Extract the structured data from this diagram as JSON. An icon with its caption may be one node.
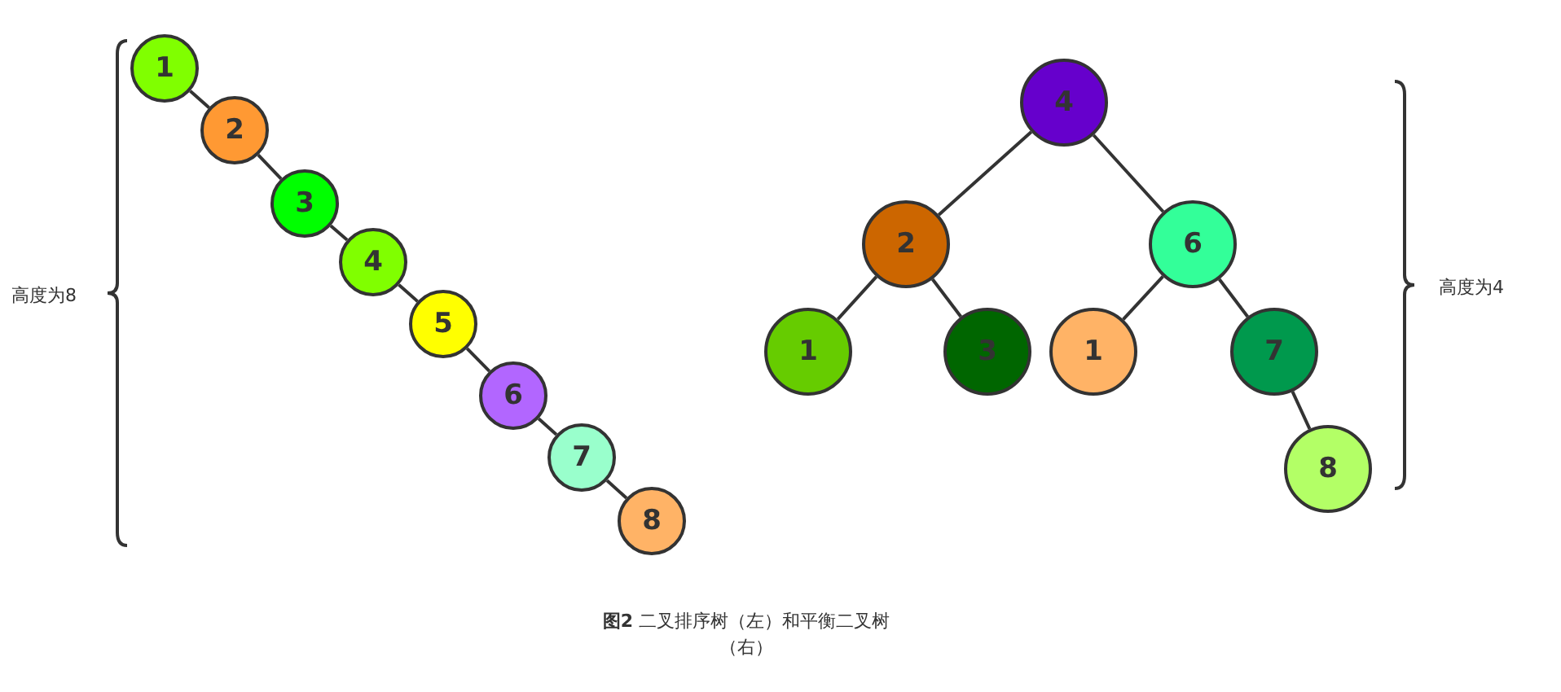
{
  "diagram": {
    "caption": "**图2** 二叉排序树（左）和平衡二叉树（右）",
    "nodes": [
      {
        "text": [
          "1"
        ]
      },
      {
        "text": [
          "2"
        ]
      },
      {
        "text": [
          "3"
        ]
      },
      {
        "text": [
          "4"
        ]
      },
      {
        "text": [
          "5"
        ]
      },
      {
        "text": [
          "6"
        ]
      },
      {
        "text": [
          "7"
        ]
      },
      {
        "text": [
          "8"
        ]
      },
      {
        "text": [
          "4"
        ]
      },
      {
        "text": [
          "2"
        ]
      },
      {
        "text": [
          "6"
        ]
      },
      {
        "text": [
          "1"
        ]
      },
      {
        "text": [
          "3"
        ]
      },
      {
        "text": [
          "1"
        ]
      },
      {
        "text": [
          "7"
        ]
      },
      {
        "text": [
          "8"
        ]
      }
    ],
    "edges": [
      {
        "from": 0,
        "to": 1,
        "arrow": "none"
      },
      {
        "from": 1,
        "to": 2,
        "arrow": "none"
      },
      {
        "from": 2,
        "to": 3,
        "arrow": "none"
      },
      {
        "from": 3,
        "to": 4,
        "arrow": "none"
      },
      {
        "from": 4,
        "to": 5,
        "arrow": "none"
      },
      {
        "from": 5,
        "to": 6,
        "arrow": "none"
      },
      {
        "from": 6,
        "to": 7,
        "arrow": "none"
      },
      {
        "from": 8,
        "to": 9,
        "arrow": "none"
      },
      {
        "from": 8,
        "to": 10,
        "arrow": "none"
      },
      {
        "from": 9,
        "to": 11,
        "arrow": "none"
      },
      {
        "from": 9,
        "to": 12,
        "arrow": "none"
      },
      {
        "from": 10,
        "to": 13,
        "arrow": "none"
      },
      {
        "from": 10,
        "to": 14,
        "arrow": "none"
      },
      {
        "from": 14,
        "to": 15,
        "arrow": "none"
      }
    ],
    "labels": [
      "高度为8",
      "高度为4"
    ]
  }
}
